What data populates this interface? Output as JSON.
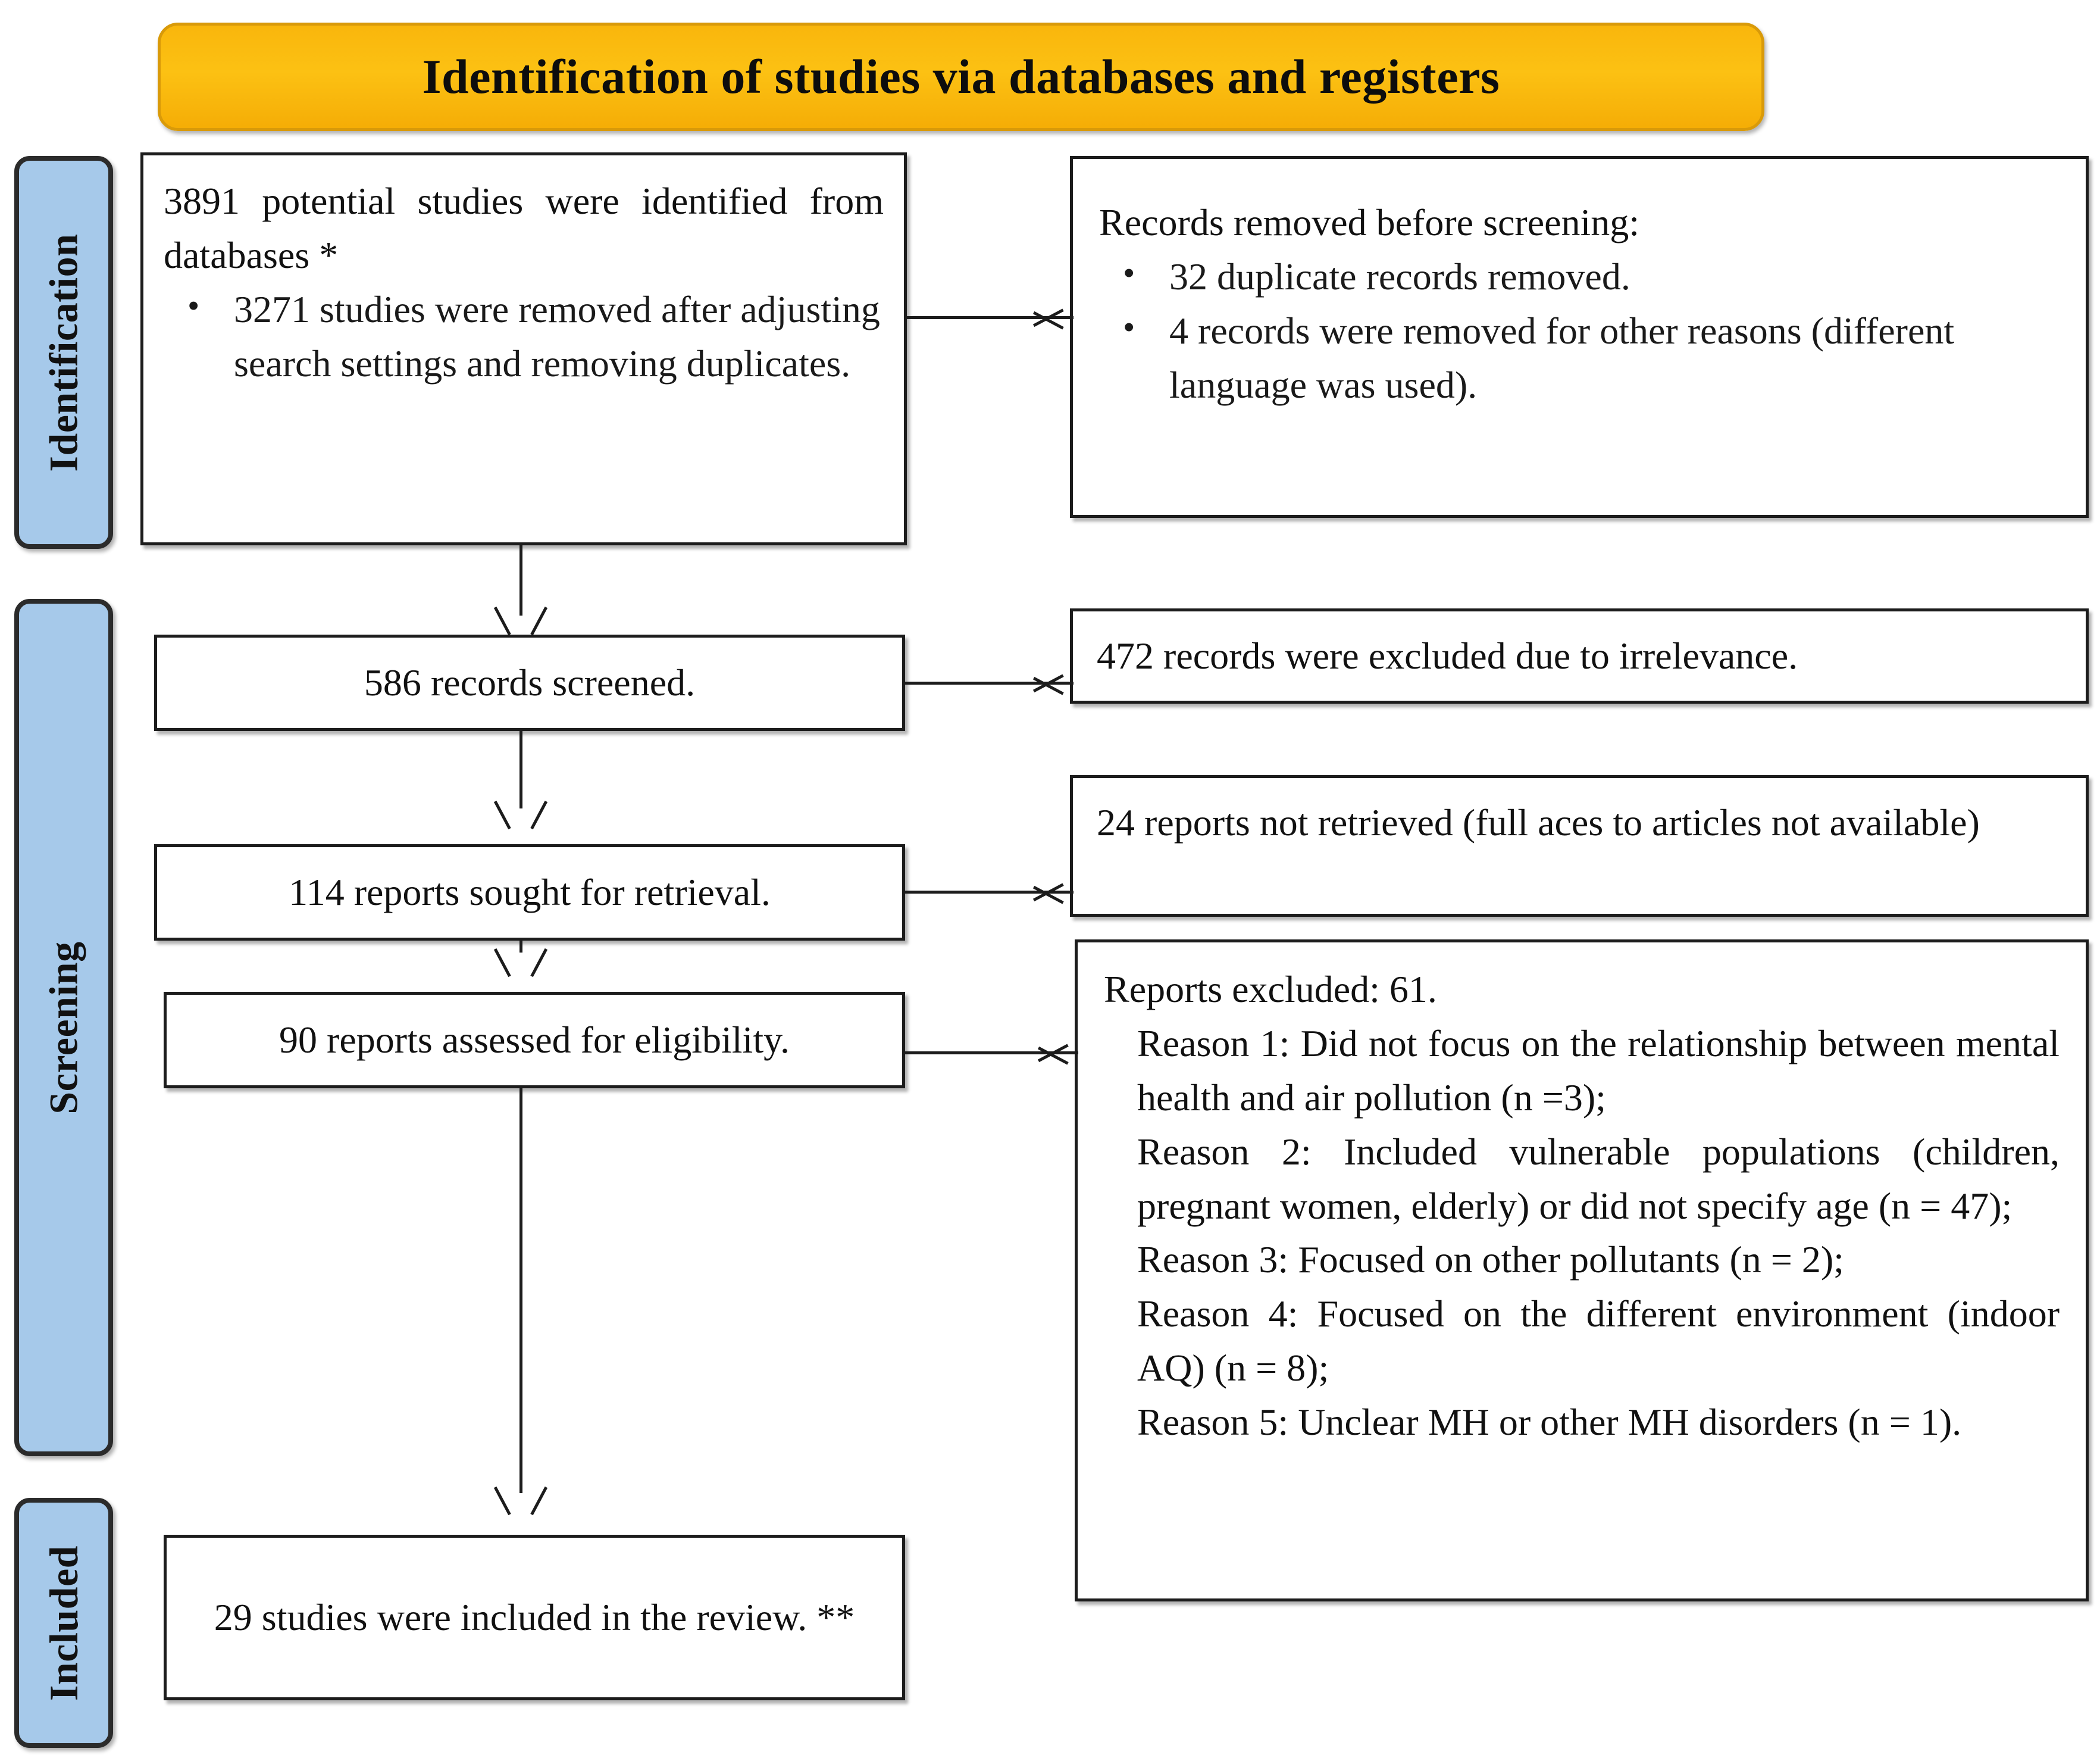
{
  "banner": {
    "title": "Identification of studies via databases and registers",
    "fill_color": "#FBBF0D",
    "border_color": "#D99A09"
  },
  "stages": [
    {
      "id": "identification",
      "label": "Identification",
      "color": "#A6C9EA"
    },
    {
      "id": "screening",
      "label": "Screening",
      "color": "#A6C9EA"
    },
    {
      "id": "included",
      "label": "Included",
      "color": "#A6C9EA"
    }
  ],
  "identification": {
    "identified": {
      "heading": "3891 potential studies were identified from databases *",
      "bullets": [
        "3271 studies were removed after adjusting search settings and removing duplicates."
      ]
    },
    "removed_before_screening": {
      "heading": "Records removed before screening:",
      "bullets": [
        "32 duplicate records removed.",
        "4 records were removed for other reasons (different language was used)."
      ]
    }
  },
  "screening": {
    "records_screened": "586 records screened.",
    "records_excluded": "472 records were excluded due to irrelevance.",
    "reports_sought": "114 reports sought for retrieval.",
    "reports_not_retrieved": "24 reports not retrieved (full aces to articles not available)",
    "reports_assessed": "90 reports assessed for eligibility.",
    "reports_excluded": {
      "heading": "Reports excluded: 61.",
      "reasons": [
        "Reason 1: Did not focus on the relationship between mental health and air pollution (n =3);",
        "Reason 2: Included vulnerable populations (children, pregnant women, elderly) or did not specify age (n = 47);",
        "Reason 3: Focused on other pollutants (n = 2);",
        "Reason 4: Focused on the different environment (indoor AQ) (n = 8);",
        "Reason 5: Unclear MH or other MH disorders (n = 1)."
      ]
    }
  },
  "included": {
    "studies_included": "29 studies were included in the review. **"
  }
}
